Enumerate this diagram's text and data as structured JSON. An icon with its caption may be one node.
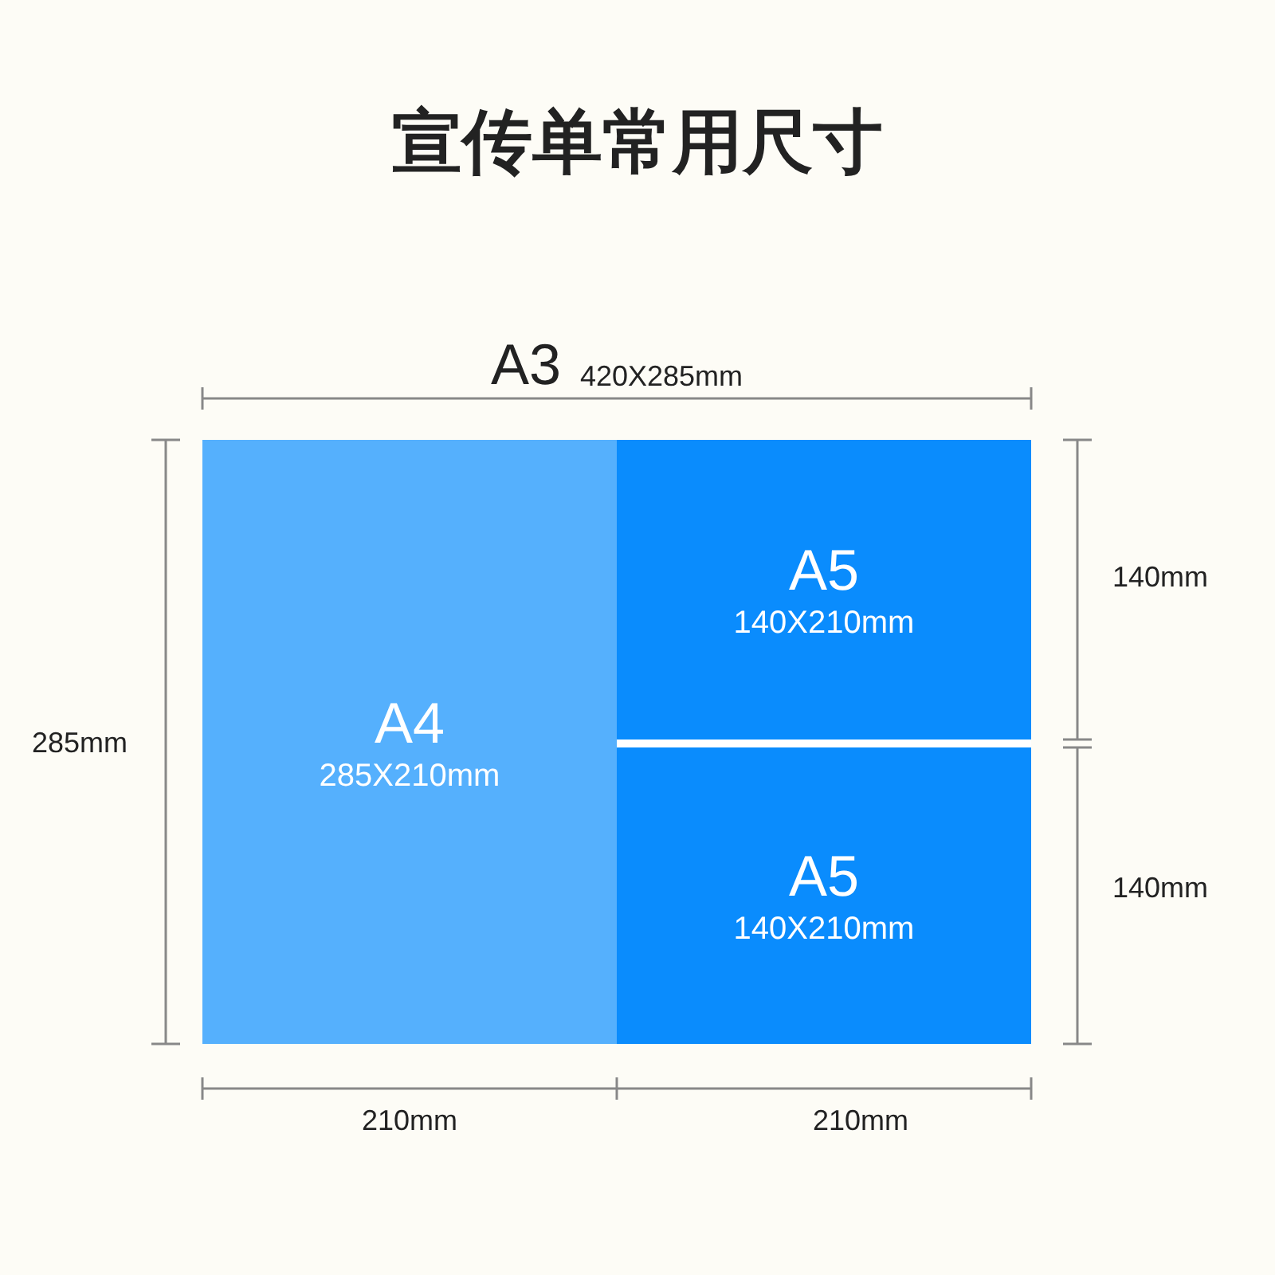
{
  "diagram": {
    "title": "宣传单常用尺寸",
    "nodes": [
      {
        "text": [
          "A3",
          "420X285mm"
        ]
      },
      {
        "text": [
          "A4",
          "285X210mm"
        ],
        "in": 0
      },
      {
        "text": [
          "A5",
          "140X210mm"
        ],
        "in": 0
      },
      {
        "text": [
          "A5",
          "140X210mm"
        ],
        "in": 0
      }
    ],
    "labels": [
      "285mm",
      "140mm",
      "140mm",
      "210mm",
      "210mm"
    ]
  }
}
